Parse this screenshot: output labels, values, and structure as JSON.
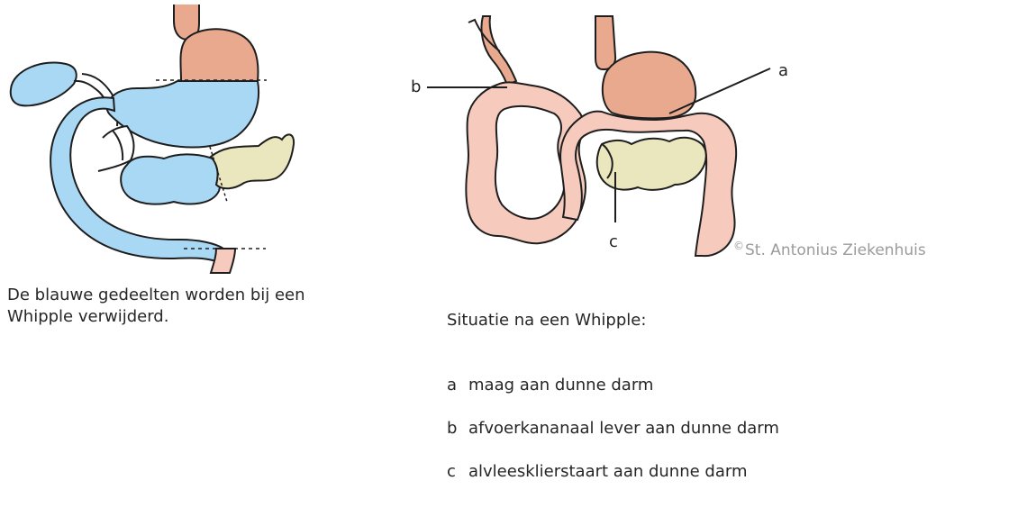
{
  "left_caption": "De blauwe gedeelten worden bij een Whipple verwijderd.",
  "right_caption": {
    "title": "Situatie na een Whipple:",
    "items": [
      {
        "letter": "a",
        "text": "maag aan dunne darm"
      },
      {
        "letter": "b",
        "text": "afvoerkananaal lever aan dunne darm"
      },
      {
        "letter": "c",
        "text": "alvleesklierstaart aan dunne darm"
      }
    ]
  },
  "labels": {
    "a": "a",
    "b": "b",
    "c": "c"
  },
  "copyright": {
    "symbol": "©",
    "text": "St. Antonius Ziekenhuis"
  },
  "colors": {
    "removed": "#a9d8f5",
    "stomach": "#e8a98f",
    "intestine": "#f6cbbd",
    "pancreas": "#eae7be",
    "outline": "#1e1e1e"
  }
}
